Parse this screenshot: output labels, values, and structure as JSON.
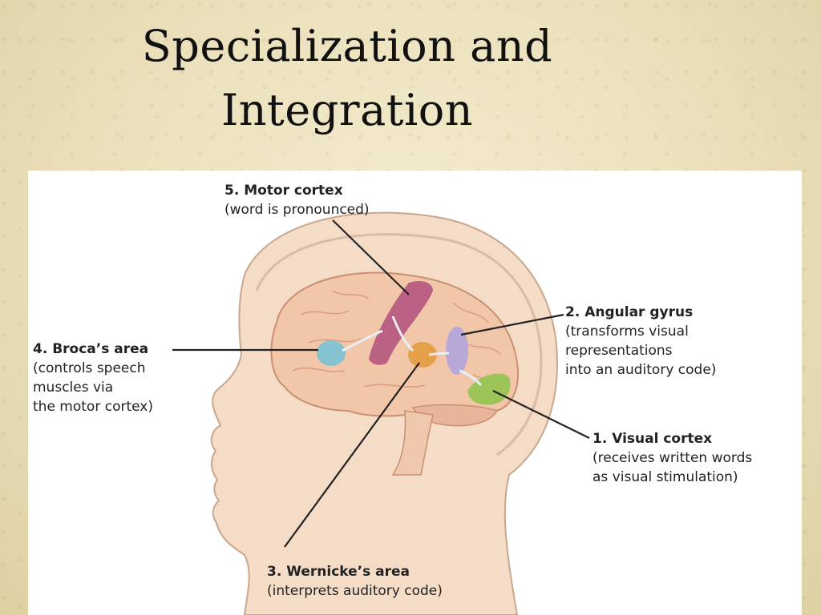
{
  "slide": {
    "title_line1": "Specialization and",
    "title_line2": "Integration"
  },
  "diagram": {
    "labels": [
      {
        "id": "motor",
        "title": "5. Motor cortex",
        "desc": [
          "(word is pronounced)"
        ]
      },
      {
        "id": "angular",
        "title": "2. Angular gyrus",
        "desc": [
          "(transforms visual",
          "representations",
          "into an auditory code)"
        ]
      },
      {
        "id": "broca",
        "title": "4. Broca’s area",
        "desc": [
          "(controls speech",
          "muscles via",
          "the motor cortex)"
        ]
      },
      {
        "id": "visual",
        "title": "1. Visual cortex",
        "desc": [
          "(receives written words",
          "as visual stimulation)"
        ]
      },
      {
        "id": "wernicke",
        "title": "3. Wernicke’s area",
        "desc": [
          "(interprets auditory code)"
        ]
      }
    ],
    "colors": {
      "motor": "#b5567f",
      "angular": "#b7a8d8",
      "broca": "#84c3cf",
      "visual": "#9cc458",
      "wernicke": "#e6a04a",
      "skin": "#f5dcc7",
      "brain": "#f2c6a8"
    }
  }
}
